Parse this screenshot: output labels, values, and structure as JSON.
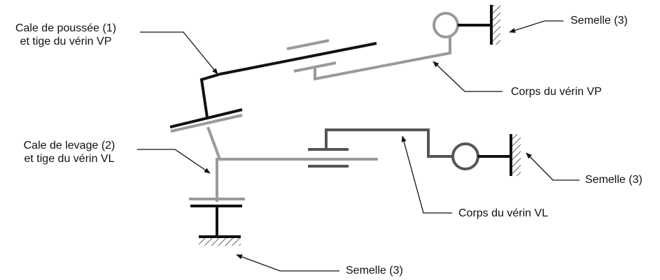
{
  "labels": {
    "cale_poussee_line1": "Cale de poussée (1)",
    "cale_poussee_line2": "et tige du vérin VP",
    "cale_levage_line1": "Cale de levage (2)",
    "cale_levage_line2": "et tige du vérin VL",
    "semelle_top": "Semelle (3)",
    "corps_vp": "Corps du vérin VP",
    "semelle_right": "Semelle (3)",
    "corps_vl": "Corps du vérin VL",
    "semelle_bottom": "Semelle (3)"
  },
  "colors": {
    "black": "#111111",
    "gray": "#9a9a9a",
    "dark_gray": "#555555"
  }
}
